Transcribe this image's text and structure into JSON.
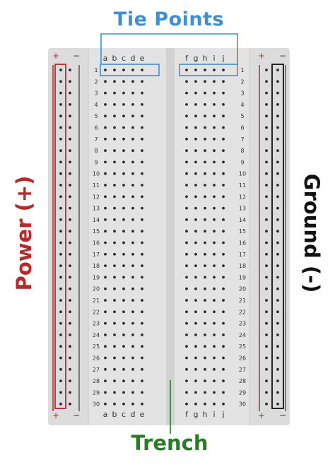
{
  "annotations": {
    "tie_points": "Tie Points",
    "trench": "Trench",
    "power": "Power (+)",
    "ground": "Ground (-)"
  },
  "rail_signs": {
    "plus": "+",
    "minus": "−"
  },
  "columns_left": [
    "a",
    "b",
    "c",
    "d",
    "e"
  ],
  "columns_right": [
    "f",
    "g",
    "h",
    "i",
    "j"
  ],
  "rows": [
    "1",
    "2",
    "3",
    "4",
    "5",
    "6",
    "7",
    "8",
    "9",
    "10",
    "11",
    "12",
    "13",
    "14",
    "15",
    "16",
    "17",
    "18",
    "19",
    "20",
    "21",
    "22",
    "23",
    "24",
    "25",
    "26",
    "27",
    "28",
    "29",
    "30"
  ],
  "colors": {
    "board": "#e3e3e3",
    "rail_panel": "#dcdcdc",
    "hole": "#2b2b2b",
    "tie_points": "#3f8fd2",
    "trench": "#2a7a28",
    "power": "#b72a2a",
    "ground": "#111111"
  }
}
